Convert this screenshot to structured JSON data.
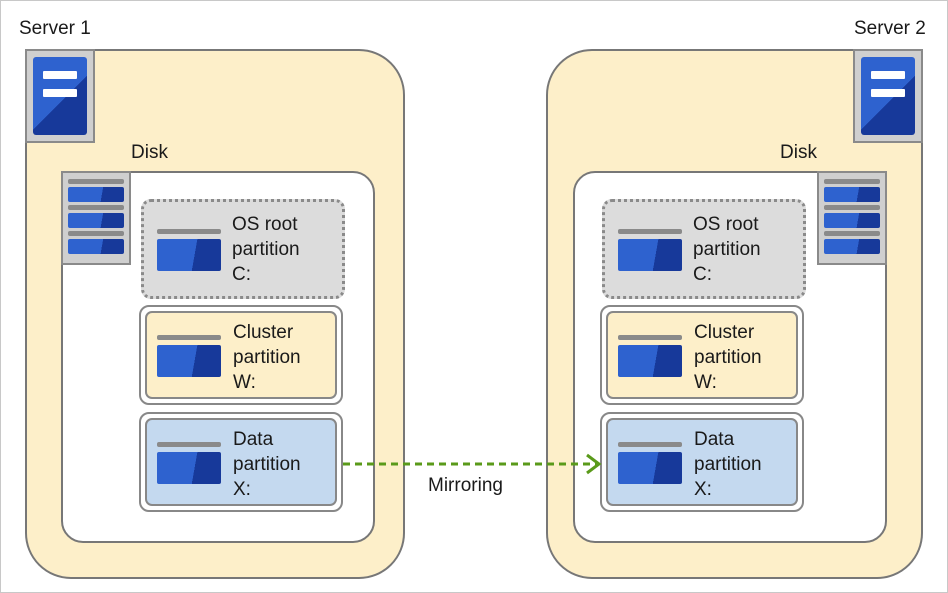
{
  "servers": [
    {
      "label": "Server 1",
      "disk_label": "Disk",
      "partitions": [
        {
          "kind": "os",
          "line1": "OS root",
          "line2": "partition",
          "line3": "C:"
        },
        {
          "kind": "cluster",
          "line1": "Cluster",
          "line2": "partition",
          "line3": "W:"
        },
        {
          "kind": "data",
          "line1": "Data",
          "line2": "partition",
          "line3": "X:"
        }
      ]
    },
    {
      "label": "Server 2",
      "disk_label": "Disk",
      "partitions": [
        {
          "kind": "os",
          "line1": "OS root",
          "line2": "partition",
          "line3": "C:"
        },
        {
          "kind": "cluster",
          "line1": "Cluster",
          "line2": "partition",
          "line3": "W:"
        },
        {
          "kind": "data",
          "line1": "Data",
          "line2": "partition",
          "line3": "X:"
        }
      ]
    }
  ],
  "mirroring_label": "Mirroring",
  "colors": {
    "server_fill": "#fdefc9",
    "data_fill": "#c4d9ef",
    "os_fill": "#dcdcdc",
    "icon_blue": "#2e62cf",
    "arrow_green": "#5a9a1a"
  },
  "icons": {
    "server": "server-icon",
    "disk": "disk-stack-icon",
    "volume": "volume-icon"
  }
}
